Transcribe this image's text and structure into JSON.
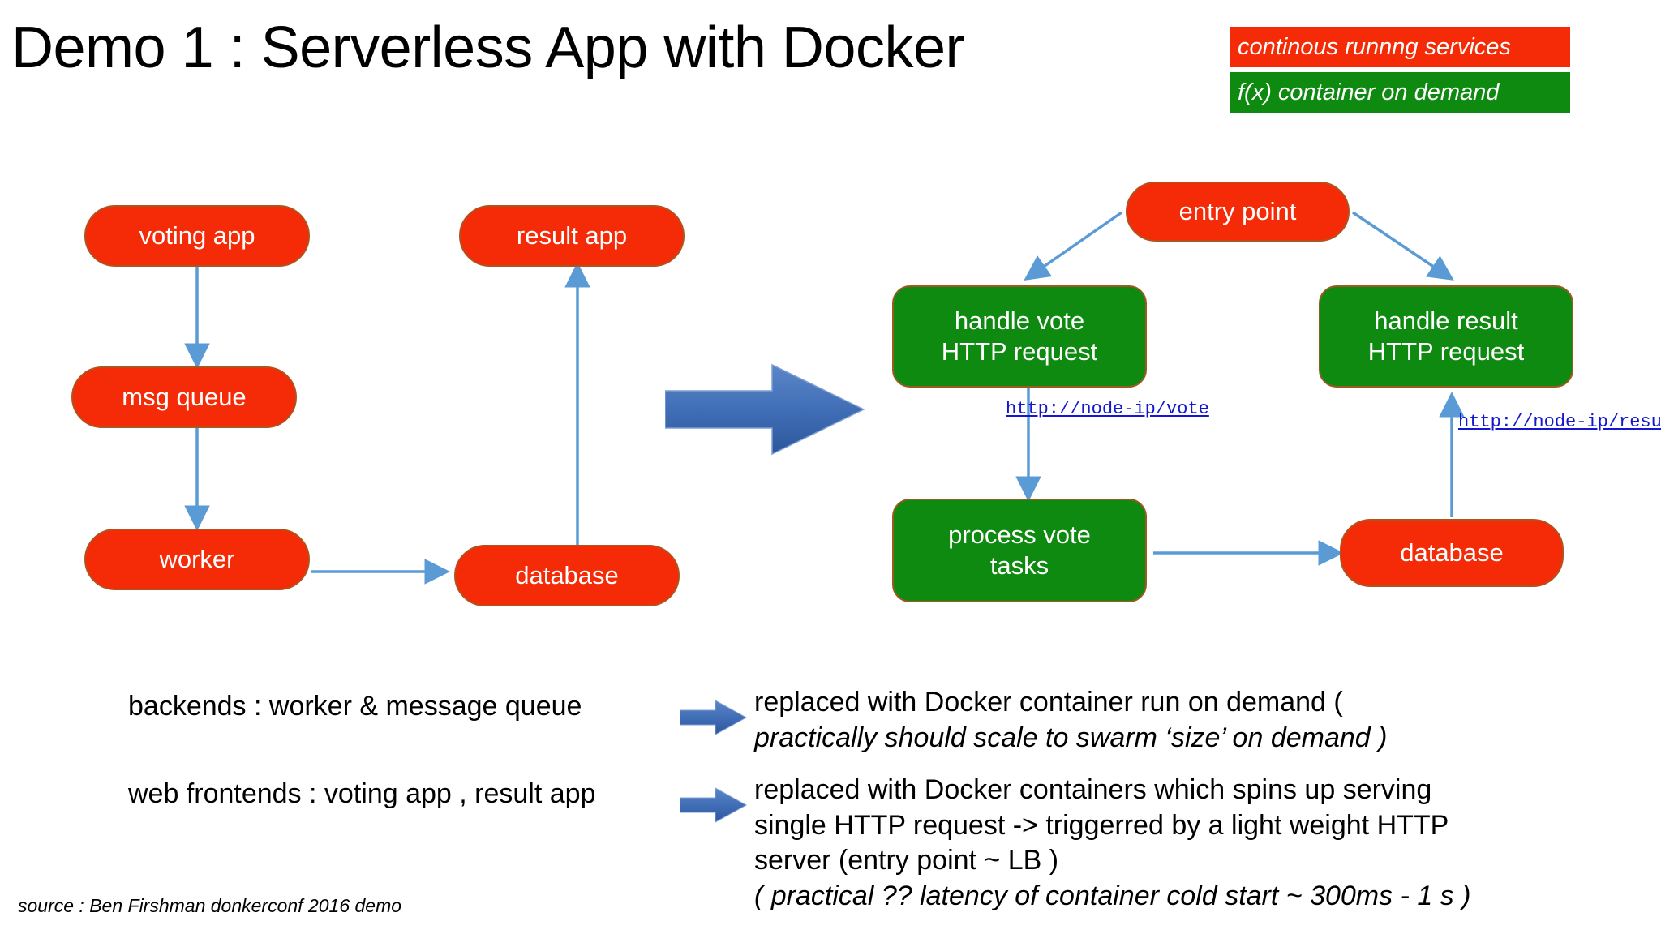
{
  "slide": {
    "title": "Demo 1 : Serverless App with Docker",
    "source": "source  : Ben Firshman donkerconf 2016 demo",
    "colors": {
      "red": "#F42B06",
      "green": "#0E8A10",
      "arrow_blue": "#5B9BD5",
      "big_arrow_blue": "#3A66B0",
      "link_blue": "#1417CF",
      "box_border": "#B0531E"
    }
  },
  "legend": {
    "items": [
      {
        "label": "continous runnng services",
        "color": "#F42B06"
      },
      {
        "label": "f(x) container on demand",
        "color": "#0E8A10"
      }
    ]
  },
  "left_diagram": {
    "name": "current-architecture",
    "nodes": [
      {
        "id": "voting-app",
        "label": "voting app",
        "color": "red"
      },
      {
        "id": "result-app",
        "label": "result app",
        "color": "red"
      },
      {
        "id": "msg-queue",
        "label": "msg queue",
        "color": "red"
      },
      {
        "id": "worker",
        "label": "worker",
        "color": "red"
      },
      {
        "id": "database",
        "label": "database",
        "color": "red"
      }
    ],
    "edges": [
      {
        "from": "voting-app",
        "to": "msg-queue"
      },
      {
        "from": "msg-queue",
        "to": "worker"
      },
      {
        "from": "worker",
        "to": "database"
      },
      {
        "from": "database",
        "to": "result-app"
      }
    ]
  },
  "right_diagram": {
    "name": "serverless-architecture",
    "nodes": [
      {
        "id": "entry-point",
        "label": "entry point",
        "color": "red"
      },
      {
        "id": "handle-vote",
        "label_line1": "handle vote",
        "label_line2": "HTTP request",
        "color": "green"
      },
      {
        "id": "handle-result",
        "label_line1": "handle result",
        "label_line2": "HTTP request",
        "color": "green"
      },
      {
        "id": "process-vote",
        "label_line1": "process vote",
        "label_line2": "tasks",
        "color": "green"
      },
      {
        "id": "database",
        "label": "database",
        "color": "red"
      }
    ],
    "edges": [
      {
        "from": "entry-point",
        "to": "handle-vote"
      },
      {
        "from": "entry-point",
        "to": "handle-result"
      },
      {
        "from": "handle-vote",
        "to": "process-vote",
        "label": "http://node-ip/vote"
      },
      {
        "from": "process-vote",
        "to": "database"
      },
      {
        "from": "database",
        "to": "handle-result",
        "label": "http://node-ip/result"
      }
    ],
    "url_labels": {
      "vote": "http://node-ip/vote",
      "result": "http://node-ip/result"
    }
  },
  "notes": [
    {
      "left": "backends  : worker & message queue",
      "right_lines": [
        {
          "text": "replaced with Docker container run on demand (",
          "italic": false
        },
        {
          "text": "practically should scale to swarm ‘size’ on demand )",
          "italic": true
        }
      ]
    },
    {
      "left": "web frontends : voting app , result app",
      "right_lines": [
        {
          "text": "replaced with Docker containers which spins up serving",
          "italic": false
        },
        {
          "text": "single HTTP request -> triggerred by a light weight HTTP",
          "italic": false
        },
        {
          "text": "server (entry point ~ LB )",
          "italic": false
        },
        {
          "text": "( practical ?? latency of container cold start ~ 300ms - 1 s )",
          "italic": true
        }
      ]
    }
  ]
}
